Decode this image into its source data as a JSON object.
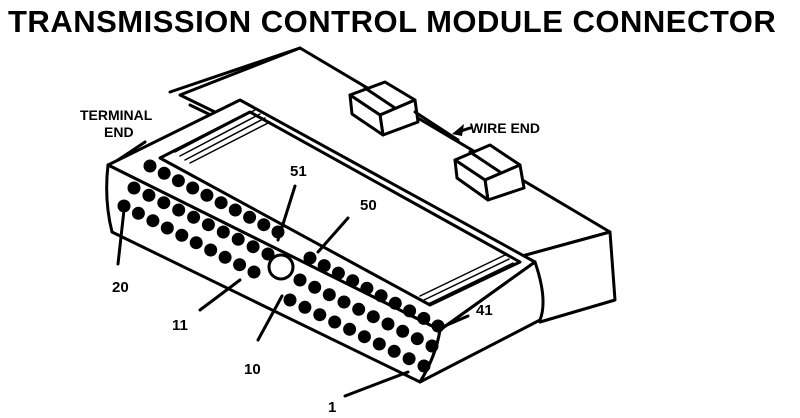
{
  "title": "TRANSMISSION CONTROL MODULE CONNECTOR",
  "labels": {
    "terminal_end_line1": "TERMINAL",
    "terminal_end_line2": "END",
    "wire_end": "WIRE END",
    "pin_51": "51",
    "pin_50": "50",
    "pin_41": "41",
    "pin_20": "20",
    "pin_11": "11",
    "pin_10": "10",
    "pin_1": "1"
  },
  "colors": {
    "ink": "#000000",
    "paper": "#ffffff"
  }
}
